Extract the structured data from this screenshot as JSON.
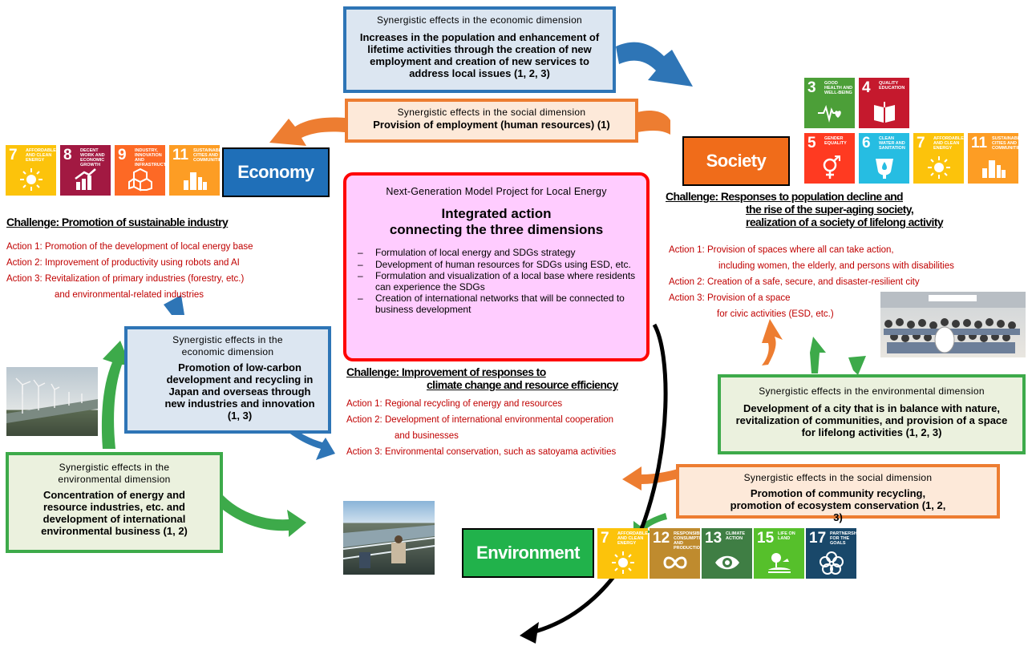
{
  "econ_top": {
    "sub": "Synergistic effects in the economic dimension",
    "main": "Increases in the population and enhancement of lifetime activities through the creation of new employment and creation of new services to address local issues (1, 2, 3)"
  },
  "social_top": {
    "sub": "Synergistic effects in the social dimension",
    "main": "Provision of employment (human resources) (1)"
  },
  "economy": {
    "label": "Economy",
    "color": "#1f6fb8",
    "challenge": "Challenge: Promotion of sustainable industry",
    "actions": [
      "Action 1: Promotion of the development of local energy base",
      "Action 2: Improvement of productivity using robots and AI",
      "Action 3: Revitalization of primary industries (forestry, etc.)",
      "and environmental-related industries"
    ]
  },
  "society": {
    "label": "Society",
    "color": "#f06c1a",
    "challenge_l1": "Challenge: Responses to population decline and",
    "challenge_l2": "the rise of the super-aging society,",
    "challenge_l3": "realization of a society of lifelong activity",
    "actions": [
      "Action 1: Provision of spaces where all can take action,",
      "including women, the elderly, and persons with disabilities",
      "Action 2: Creation of a safe, secure, and disaster-resilient city",
      "Action 3: Provision of a space",
      "for civic activities (ESD, etc.)"
    ]
  },
  "environment": {
    "label": "Environment",
    "color": "#21b24b",
    "challenge_l1": "Challenge: Improvement of responses to",
    "challenge_l2": "climate change and resource efficiency",
    "actions": [
      "Action 1: Regional recycling of energy and resources",
      "Action 2: Development of international environmental cooperation",
      "and businesses",
      "Action 3: Environmental conservation, such as satoyama activities"
    ]
  },
  "center": {
    "title": "Next-Generation Model Project for Local Energy",
    "heading_l1": "Integrated action",
    "heading_l2": "connecting the three dimensions",
    "bullets": [
      "Formulation of local energy and SDGs strategy",
      "Development of human resources for SDGs using ESD, etc.",
      "Formulation and visualization of a local base where residents can experience the SDGs",
      "Creation of international networks that will be connected to business development"
    ]
  },
  "econ_left": {
    "sub": "Synergistic effects in the economic dimension",
    "main": "Promotion of low-carbon development and recycling in Japan and overseas through new industries and innovation (1, 3)"
  },
  "env_left": {
    "sub": "Synergistic effects in the environmental dimension",
    "main": "Concentration of energy and resource industries, etc. and development of international environmental business (1, 2)"
  },
  "env_right": {
    "sub": "Synergistic effects in the environmental dimension",
    "main": "Development of a city that is in balance with nature, revitalization of communities, and provision of a space for lifelong activities (1, 2, 3)"
  },
  "social_right": {
    "sub": "Synergistic effects in the social dimension",
    "main": "Promotion of community recycling, promotion of ecosystem conservation (1, 2, 3)"
  },
  "sdgs": {
    "economy": [
      {
        "num": "7",
        "label": "Affordable and clean energy",
        "color": "#fcc30b",
        "icon": "sun-icon"
      },
      {
        "num": "8",
        "label": "Decent work and economic growth",
        "color": "#a21942",
        "icon": "growth-chart-icon"
      },
      {
        "num": "9",
        "label": "Industry, innovation and infrastructure",
        "color": "#fd6925",
        "icon": "cubes-icon"
      },
      {
        "num": "11",
        "label": "Sustainable cities and communities",
        "color": "#fd9d24",
        "icon": "buildings-icon"
      }
    ],
    "society_top": [
      {
        "num": "3",
        "label": "Good health and well-being",
        "color": "#4c9f38",
        "icon": "heartbeat-icon"
      },
      {
        "num": "4",
        "label": "Quality education",
        "color": "#c5192d",
        "icon": "book-icon"
      }
    ],
    "society_bottom": [
      {
        "num": "5",
        "label": "Gender equality",
        "color": "#ff3a21",
        "icon": "gender-icon"
      },
      {
        "num": "6",
        "label": "Clean water and sanitation",
        "color": "#26bde2",
        "icon": "water-drop-icon"
      },
      {
        "num": "7",
        "label": "Affordable and clean energy",
        "color": "#fcc30b",
        "icon": "sun-icon"
      },
      {
        "num": "11",
        "label": "Sustainable cities and communities",
        "color": "#fd9d24",
        "icon": "buildings-icon"
      }
    ],
    "environment": [
      {
        "num": "7",
        "label": "Affordable and clean energy",
        "color": "#fcc30b",
        "icon": "sun-icon"
      },
      {
        "num": "12",
        "label": "Responsible consumption and production",
        "color": "#bf8b2e",
        "icon": "infinity-icon"
      },
      {
        "num": "13",
        "label": "Climate action",
        "color": "#3f7e44",
        "icon": "eye-icon"
      },
      {
        "num": "15",
        "label": "Life on land",
        "color": "#56c02b",
        "icon": "tree-icon"
      },
      {
        "num": "17",
        "label": "Partnerships for the goals",
        "color": "#19486a",
        "icon": "flower-icon"
      }
    ]
  },
  "colors": {
    "econ_blue": "#2e75b6",
    "social_orange": "#ed7d31",
    "env_green": "#3daa4a",
    "center_red": "#ff0000",
    "center_fill": "#ffccff",
    "action_red": "#c00000"
  }
}
